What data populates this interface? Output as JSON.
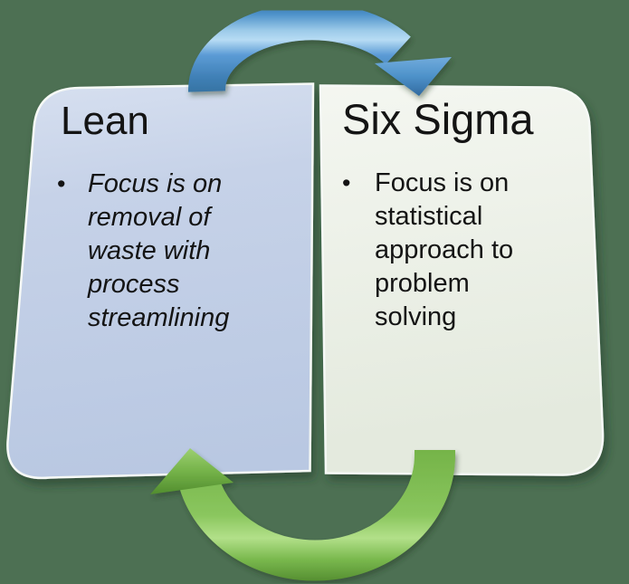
{
  "background": {
    "color": "#4d7053"
  },
  "left_card": {
    "title": "Lean",
    "bullet_marker": "•",
    "bullet_text": "Focus is on removal of waste with process streamlining",
    "fill": "#bfcde4",
    "text_style": "italic"
  },
  "right_card": {
    "title": "Six Sigma",
    "bullet_marker": "•",
    "bullet_text": "Focus is on statistical approach to problem solving",
    "fill": "#e9efe6",
    "text_style": "normal"
  },
  "arrows": {
    "top": {
      "description": "curved arrow from Lean to Six Sigma",
      "color": "#5b9bd5"
    },
    "bottom": {
      "description": "curved arrow from Six Sigma to Lean",
      "color": "#77b64b"
    }
  }
}
